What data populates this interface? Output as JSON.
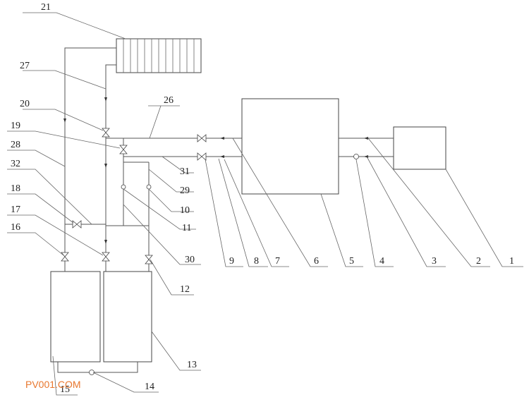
{
  "labels": {
    "l1": "1",
    "l2": "2",
    "l3": "3",
    "l4": "4",
    "l5": "5",
    "l6": "6",
    "l7": "7",
    "l8": "8",
    "l9": "9",
    "l10": "10",
    "l11": "11",
    "l12": "12",
    "l13": "13",
    "l14": "14",
    "l15": "15",
    "l16": "16",
    "l17": "17",
    "l18": "18",
    "l19": "19",
    "l20": "20",
    "l21": "21",
    "l26": "26",
    "l27": "27",
    "l28": "28",
    "l29": "29",
    "l30": "30",
    "l31": "31",
    "l32": "32"
  },
  "watermark": "PV001.COM"
}
